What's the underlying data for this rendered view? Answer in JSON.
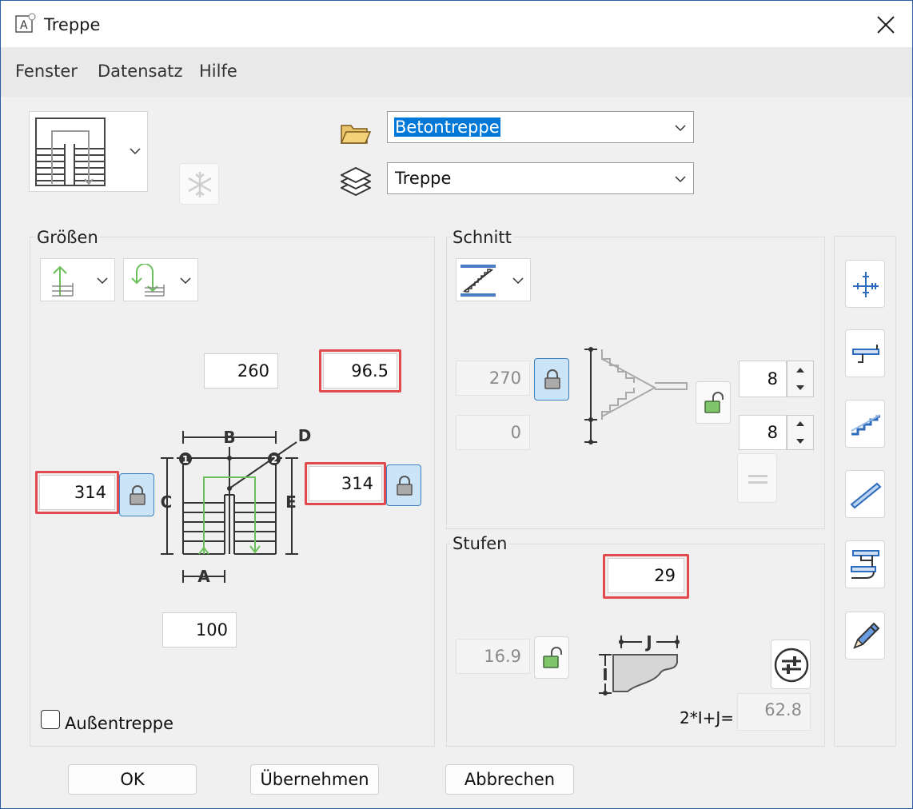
{
  "window": {
    "title": "Treppe"
  },
  "menu": [
    "Fenster",
    "Datensatz",
    "Hilfe"
  ],
  "top": {
    "dataset": "Betontreppe",
    "layer": "Treppe"
  },
  "groessen": {
    "label": "Größen",
    "field_top_left": "260",
    "field_top_right": "96.5",
    "field_left": "314",
    "field_right": "314",
    "field_bottom": "100",
    "labels": {
      "A": "A",
      "B": "B",
      "C": "C",
      "D": "D",
      "E": "E",
      "n1": "1",
      "n2": "2"
    },
    "checkbox_label": "Außentreppe"
  },
  "schnitt": {
    "label": "Schnitt",
    "field_height": "270",
    "field_offset": "0",
    "spin_top": "8",
    "spin_bottom": "8"
  },
  "stufen": {
    "label": "Stufen",
    "steps": "29",
    "riser": "16.9",
    "formula_label": "2*I+J=",
    "formula_value": "62.8",
    "labels": {
      "I": "I",
      "J": "J"
    }
  },
  "buttons": {
    "ok": "OK",
    "apply": "Übernehmen",
    "cancel": "Abbrechen"
  },
  "colors": {
    "highlight": "#e34a4f",
    "selection": "#0078d7",
    "accent_green": "#6cbf5b",
    "tool_blue": "#2d6bbd"
  }
}
